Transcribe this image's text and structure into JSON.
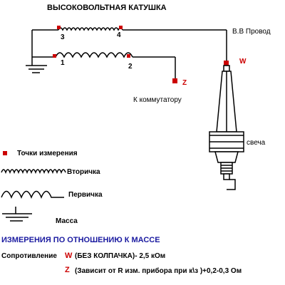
{
  "title": "ВЫСОКОВОЛЬТНАЯ КАТУШКА",
  "labels": {
    "hv_wire": "В.В Провод",
    "to_switch": "К коммутатору",
    "plug": "свеча"
  },
  "points": {
    "p1": "1",
    "p2": "2",
    "p3": "3",
    "p4": "4",
    "w": "W",
    "z": "Z"
  },
  "legend": {
    "measure_points": "Точки измерения",
    "secondary": "Вторичка",
    "primary": "Первичка",
    "ground": "Масса"
  },
  "measurements": {
    "heading": "ИЗМЕРЕНИЯ ПО ОТНОШЕНИЮ К МАССЕ",
    "resistance_label": "Сопротивление",
    "w_letter": "W",
    "w_text": "(БЕЗ КОЛПАЧКА)- 2,5 кОм",
    "z_letter": "Z",
    "z_text": "(Зависит от R изм. прибора при к\\з )+0,2-0,3 Ом"
  },
  "colors": {
    "marker": "#cc0000",
    "heading": "#1a1aa0",
    "line": "#000000"
  }
}
